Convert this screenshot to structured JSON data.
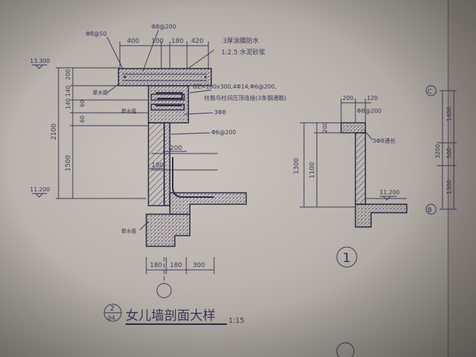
{
  "title": {
    "circle_num": "2",
    "circle_den": "04",
    "main": "女儿墙剖面大样",
    "scale": "1:15"
  },
  "notes": {
    "note1": "3厚涂膜防水",
    "note2": "1:2.5 水泥砂浆",
    "note3": "GZ=180x300,4Φ14,Φ6@200,",
    "note4": "柱筋与柱间压顶连接(3条钢通筋)",
    "note5": "3Φ8",
    "note6": "Φ6@200",
    "note7": "Φ8@50",
    "note8": "Φ8@200",
    "left_tag_top": "聚水箍",
    "left_tag_mid": "聚水箍",
    "left_tag_bottom": "聚水箍"
  },
  "dims_main": {
    "top_400": "400",
    "top_100": "100",
    "top_180": "180",
    "top_420": "420",
    "left_200": "200",
    "left_140a": "140",
    "left_140b": "140",
    "left_60a": "60",
    "left_60b": "60",
    "left_2100": "2100",
    "left_1500": "1500",
    "mid_200": "200",
    "mid_180": "180",
    "bot_180a": "180",
    "bot_180b": "180",
    "bot_300": "300"
  },
  "elevations": {
    "top": "13.300",
    "bottom": "11.200",
    "detail1": "11.200"
  },
  "detail1": {
    "top_200": "200",
    "top_120": "120",
    "rebar": "Φ8@200",
    "rebar2": "3Φ8通长",
    "dim_200": "200",
    "dim_1300": "1300",
    "dim_1100": "1100",
    "label": "1"
  },
  "right_axis": {
    "c": "C",
    "b": "B",
    "d1400": "1400",
    "d500": "500",
    "d3200": "3200",
    "d1300": "1300"
  }
}
